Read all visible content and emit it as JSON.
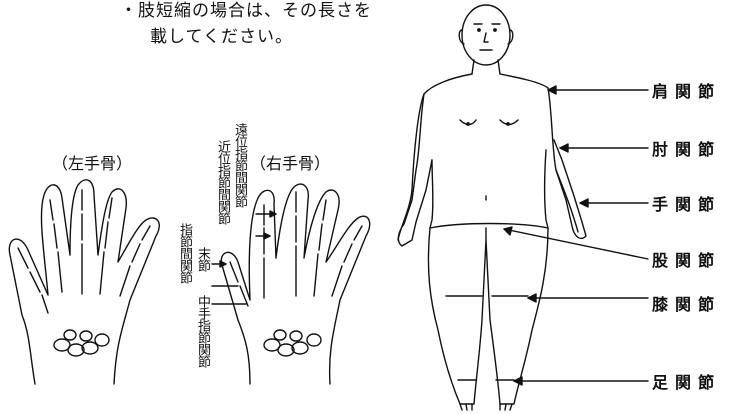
{
  "caption": {
    "line1": "・肢短縮の場合は、その長さを",
    "line2": "載してください。"
  },
  "left_hand": {
    "title": "（左手骨）"
  },
  "right_hand": {
    "title": "（右手骨）",
    "labels": {
      "distal_ip": "遠位指節間関節",
      "proximal_ip": "近位指節間関節",
      "ip_joint": "指節間関節",
      "terminal": "末節",
      "mcp": "中手指節関節"
    }
  },
  "body_joints": {
    "shoulder": "肩関節",
    "elbow": "肘関節",
    "wrist": "手関節",
    "hip": "股関節",
    "knee": "膝関節",
    "ankle": "足関節"
  }
}
